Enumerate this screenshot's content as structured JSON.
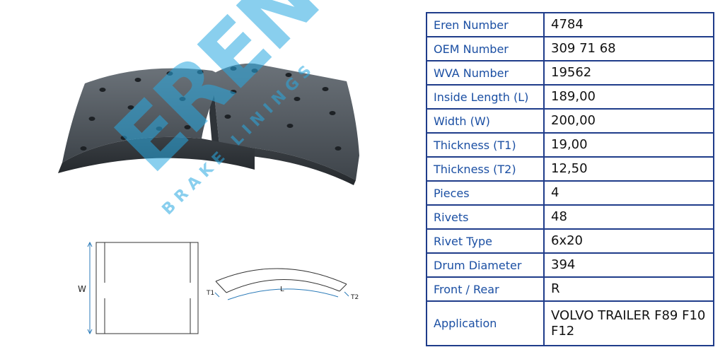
{
  "watermark": {
    "brand": "EREN",
    "tagline": "BRAKE LININGS",
    "registered": "®"
  },
  "diagram": {
    "width_label": "W",
    "length_label": "L",
    "t1_label": "T1",
    "t2_label": "T2"
  },
  "specs": [
    {
      "label": "Eren Number",
      "value": "4784"
    },
    {
      "label": "OEM Number",
      "value": "309 71 68"
    },
    {
      "label": "WVA Number",
      "value": "19562"
    },
    {
      "label": "Inside Length (L)",
      "value": "189,00"
    },
    {
      "label": "Width (W)",
      "value": "200,00"
    },
    {
      "label": "Thickness (T1)",
      "value": "19,00"
    },
    {
      "label": "Thickness (T2)",
      "value": "12,50"
    },
    {
      "label": "Pieces",
      "value": "4"
    },
    {
      "label": "Rivets",
      "value": "48"
    },
    {
      "label": "Rivet Type",
      "value": "6x20"
    },
    {
      "label": "Drum Diameter",
      "value": "394"
    },
    {
      "label": "Front / Rear",
      "value": "R"
    },
    {
      "label": "Application",
      "value": "VOLVO TRAILER F89 F10 F12"
    }
  ]
}
